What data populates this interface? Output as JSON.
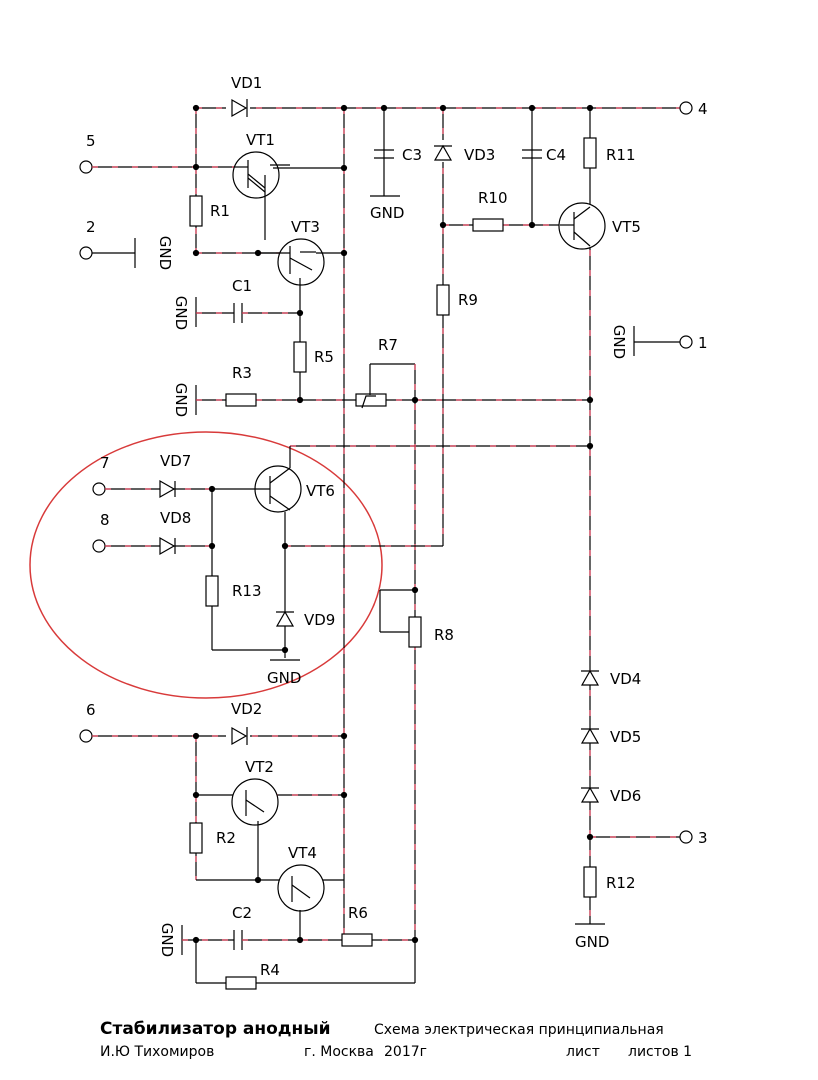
{
  "components": {
    "vd1": "VD1",
    "vd2": "VD2",
    "vd3": "VD3",
    "vd4": "VD4",
    "vd5": "VD5",
    "vd6": "VD6",
    "vd7": "VD7",
    "vd8": "VD8",
    "vd9": "VD9",
    "vt1": "VT1",
    "vt2": "VT2",
    "vt3": "VT3",
    "vt4": "VT4",
    "vt5": "VT5",
    "vt6": "VT6",
    "r1": "R1",
    "r2": "R2",
    "r3": "R3",
    "r4": "R4",
    "r5": "R5",
    "r6": "R6",
    "r7": "R7",
    "r8": "R8",
    "r9": "R9",
    "r10": "R10",
    "r11": "R11",
    "r12": "R12",
    "r13": "R13",
    "c1": "C1",
    "c2": "C2",
    "c3": "C3",
    "c4": "C4"
  },
  "pins": {
    "p1": "1",
    "p2": "2",
    "p3": "3",
    "p4": "4",
    "p5": "5",
    "p6": "6",
    "p7": "7",
    "p8": "8"
  },
  "gnd_label": "GND",
  "title_block": {
    "title": "Стабилизатор анодный",
    "type": "Схема электрическая принципиальная",
    "author": "И.Ю Тихомиров",
    "city": "г. Москва",
    "year": "2017г",
    "sheet": "лист",
    "sheets": "листов 1"
  },
  "colors": {
    "wire": "#000000",
    "highlight_ellipse": "#d83a3a",
    "wire_dash": "#e0405a"
  }
}
